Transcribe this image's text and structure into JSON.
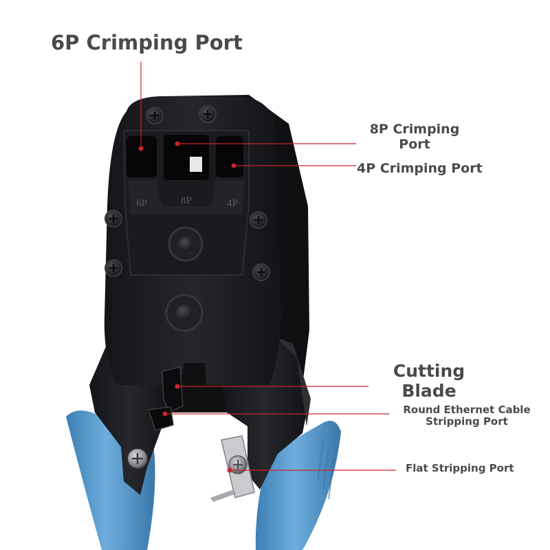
{
  "callouts": {
    "crimp_6p": "6P Crimping Port",
    "crimp_8p": [
      "8P Crimping",
      "Port"
    ],
    "crimp_4p": "4P Crimping Port",
    "cutting_blade": [
      "Cutting",
      "Blade"
    ],
    "round_strip": [
      "Round Ethernet Cable",
      "Stripping Port"
    ],
    "flat_strip": "Flat Stripping Port"
  },
  "die_markings": {
    "p6": "6P",
    "p8": "8P",
    "p4": "4P"
  },
  "colors": {
    "callout_line": "#c8232c",
    "callout_text": "#4a4a4a",
    "tool_body": "#1c1d20",
    "handle": "#5a9ccf"
  }
}
